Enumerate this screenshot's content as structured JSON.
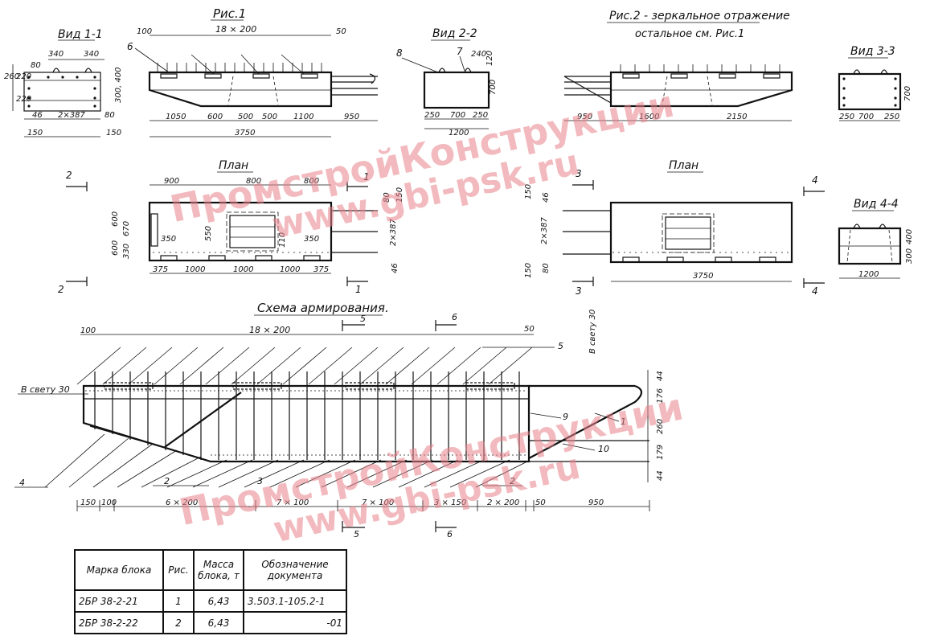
{
  "titles": {
    "vid11": "Вид 1-1",
    "ris1": "Рис.1",
    "vid22": "Вид 2-2",
    "ris2": "Рис.2 - зеркальное отражение",
    "ris2_note": "остальное см. Рис.1",
    "vid33": "Вид 3-3",
    "plan1": "План",
    "plan2": "План",
    "vid44": "Вид 4-4",
    "scheme": "Схема армирования."
  },
  "watermark": {
    "line1": "ПромстройКонструкции",
    "line2": "www.gbi-psk.ru"
  },
  "dims": {
    "v11_top_left": "340",
    "v11_top_right": "340",
    "v11_h260": "260",
    "v11_h220a": "220",
    "v11_h80": "80",
    "v11_h220b": "220",
    "v11_b46": "46",
    "v11_b2x387": "2×387",
    "v11_b80": "80",
    "v11_b150l": "150",
    "v11_b150r": "150",
    "r1_100": "100",
    "r1_18x200": "18 × 200",
    "r1_50": "50",
    "r1_300_400": "300, 400",
    "r1_1050": "1050",
    "r1_600": "600",
    "r1_500a": "500",
    "r1_500b": "500",
    "r1_1100": "1100",
    "r1_950": "950",
    "r1_3750": "3750",
    "v22_240": "240",
    "v22_120": "120",
    "v22_700": "700",
    "v22_250a": "250",
    "v22_700b": "700",
    "v22_250b": "250",
    "v22_1200": "1200",
    "r2_950": "950",
    "r2_1600": "1600",
    "r2_2150": "2150",
    "v33_700": "700",
    "v33_250a": "250",
    "v33_700b": "700",
    "v33_250b": "250",
    "p1_900": "900",
    "p1_800a": "800",
    "p1_800b": "800",
    "p1_600a": "600",
    "p1_670": "670",
    "p1_600b": "600",
    "p1_330": "330",
    "p1_350a": "350",
    "p1_550": "550",
    "p1_110": "110",
    "p1_350b": "350",
    "p1_80": "80",
    "p1_150": "150",
    "p1_2x387": "2×387",
    "p1_46": "46",
    "p1_375a": "375",
    "p1_1000a": "1000",
    "p1_1000b": "1000",
    "p1_1000c": "1000",
    "p1_375b": "375",
    "p2_150a": "150",
    "p2_46": "46",
    "p2_2x387": "2×387",
    "p2_80": "80",
    "p2_150b": "150",
    "p2_3750": "3750",
    "v44_400": "400",
    "v44_300": "300",
    "v44_1200": "1200",
    "s_100": "100",
    "s_18x200": "18 × 200",
    "s_50": "50",
    "s_vsvetu_l": "В свету 30",
    "s_vsvetu_r": "В свету 30",
    "s_44a": "44",
    "s_176": "176",
    "s_260": "260",
    "s_179": "179",
    "s_44b": "44",
    "s_150": "150",
    "s_100b": "100",
    "s_6x200": "6 × 200",
    "s_7x100a": "7 × 100",
    "s_7x100b": "7 × 100",
    "s_3x150": "3 × 150",
    "s_2x200": "2 × 200",
    "s_50b": "50",
    "s_950": "950"
  },
  "marks": {
    "m6": "6",
    "m8": "8",
    "m7": "7",
    "sec1_top": "1",
    "sec1_bot": "1",
    "sec2_top": "2",
    "sec2_bot": "2",
    "sec3_top": "3",
    "sec3_bot": "3",
    "sec4_top": "4",
    "sec4_bot": "4",
    "sec5_top": "5",
    "sec5_bot": "5",
    "sec6_top": "6",
    "sec6_bot": "6",
    "pos5": "5",
    "pos9": "9",
    "pos1": "1",
    "pos10": "10",
    "pos4": "4",
    "pos2a": "2",
    "pos3": "3",
    "pos2b": "2"
  },
  "table": {
    "headers": [
      "Марка блока",
      "Рис.",
      "Масса блока, т",
      "Обозначение документа"
    ],
    "rows": [
      [
        "2БР 38-2-21",
        "1",
        "6,43",
        "3.503.1-105.2-1"
      ],
      [
        "2БР 38-2-22",
        "2",
        "6,43",
        "-01"
      ]
    ]
  },
  "colors": {
    "ink": "#111111",
    "watermark": "#e8828a"
  }
}
